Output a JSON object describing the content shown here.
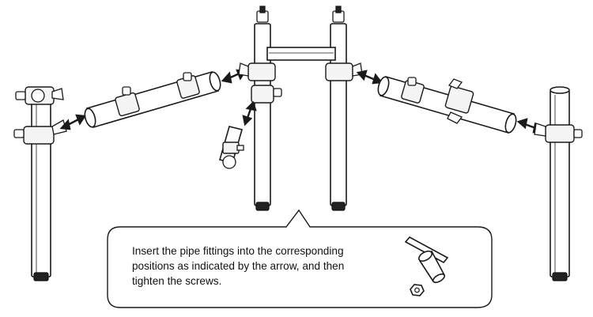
{
  "instruction": {
    "line1": "Insert the pipe fittings into the corresponding",
    "line2": "positions as indicated by the arrow, and then",
    "line3": "tighten the screws."
  },
  "colors": {
    "line": "#1a1a1a",
    "background": "#ffffff"
  },
  "icons": [
    "drum-rack-left-leg-icon",
    "drum-rack-center-frame-icon",
    "drum-rack-right-leg-icon",
    "double-arrow-icon",
    "t-wrench-icon",
    "hex-nut-icon"
  ]
}
